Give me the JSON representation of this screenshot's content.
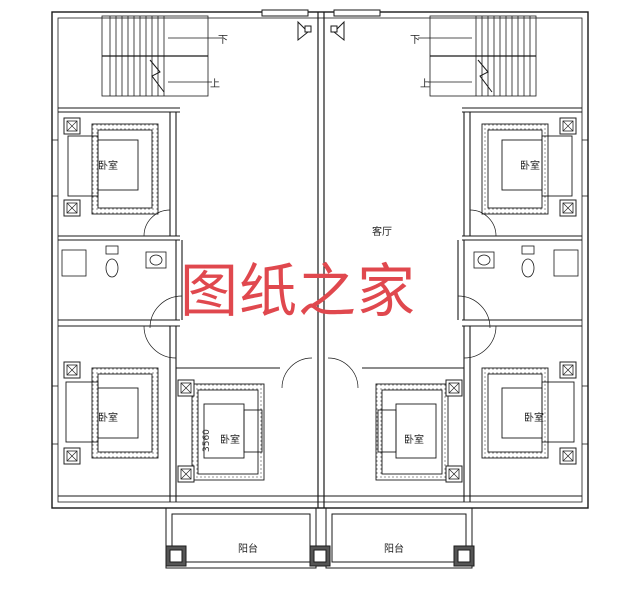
{
  "labels": {
    "bedroom": "卧室",
    "living_room": "客厅",
    "balcony": "阳台",
    "stairs_down": "下",
    "stairs_up": "上",
    "dimension": "3560"
  },
  "watermark": "图纸之家",
  "colors": {
    "line": "#1a1a1a",
    "watermark": "#e0484e"
  }
}
